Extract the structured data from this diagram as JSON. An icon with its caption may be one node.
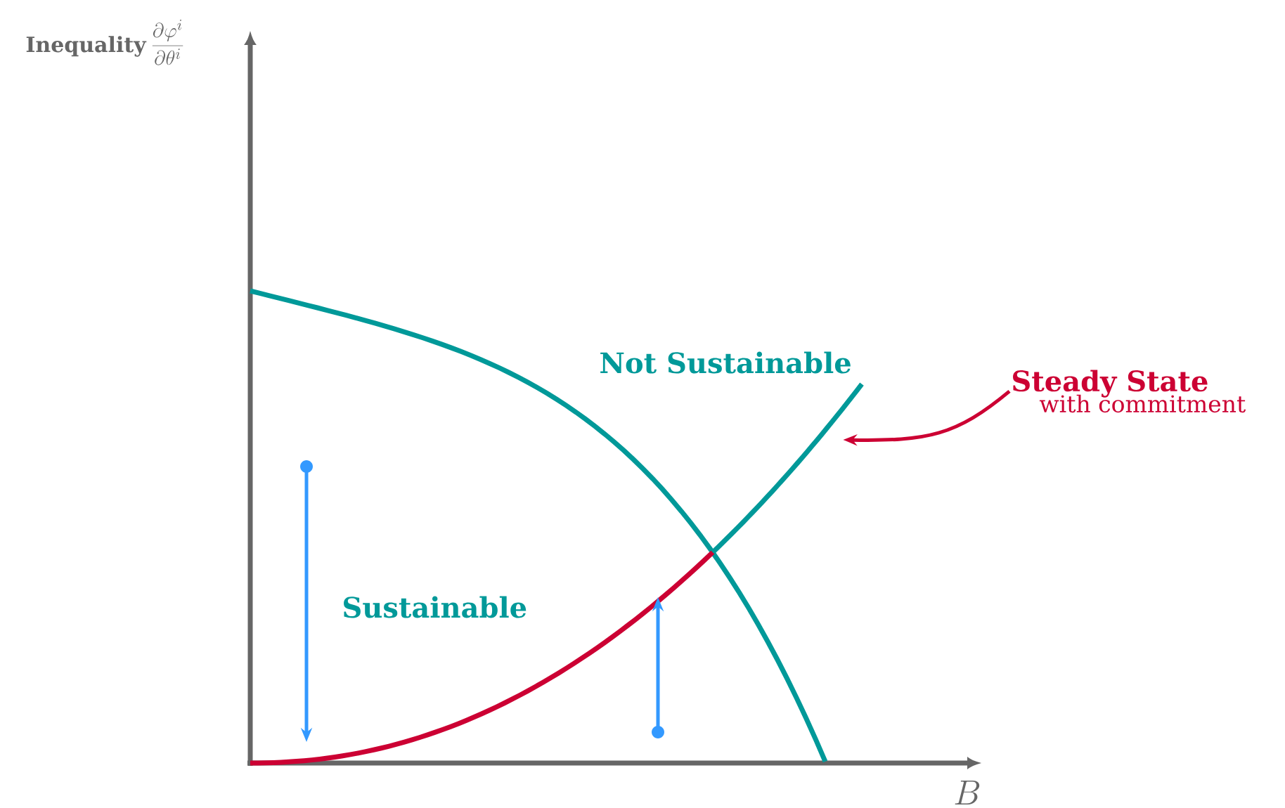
{
  "diagram": {
    "nodes": [
      {
        "text": [
          "Steady State",
          "with commitment"
        ]
      },
      {
        "text": [],
        "shape": "curve"
      }
    ],
    "edges": [
      {
        "from": 0,
        "to": 1,
        "arrow": "to"
      }
    ],
    "labels": [
      "Inequality",
      "\\frac{\\partial \\varphi^i}{\\partial \\theta^i}",
      "B",
      "Not Sustainable",
      "Sustainable"
    ]
  }
}
